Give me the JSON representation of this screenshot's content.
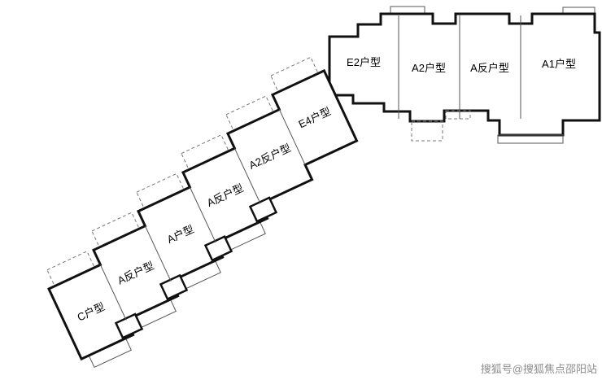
{
  "right_wing": {
    "units": [
      {
        "label": "E2户型"
      },
      {
        "label": "A2户型"
      },
      {
        "label": "A反户型"
      },
      {
        "label": "A1户型"
      }
    ]
  },
  "diagonal_wing": {
    "units": [
      {
        "label": "C户型"
      },
      {
        "label": "A反户型"
      },
      {
        "label": "A户型"
      },
      {
        "label": "A反户型"
      },
      {
        "label": "A2反户型"
      },
      {
        "label": "E4户型"
      }
    ]
  },
  "watermark": "搜狐号@搜狐焦点邵阳站",
  "colors": {
    "outline": "#111111",
    "thin_line": "#555555",
    "dashed_line": "#777777",
    "watermark": "#8c8c8c",
    "background": "#ffffff"
  }
}
